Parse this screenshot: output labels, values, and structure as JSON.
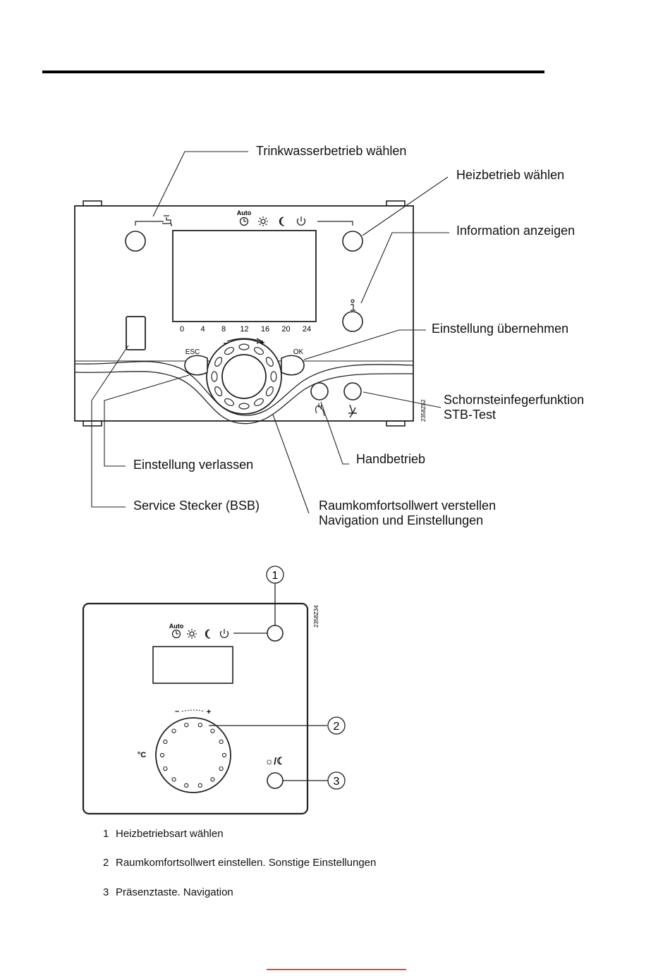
{
  "header_rule_color": "#000000",
  "footer_rule_color": "#e8463c",
  "controller": {
    "mode_auto_label": "Auto",
    "scale_ticks": [
      "0",
      "4",
      "8",
      "12",
      "16",
      "20",
      "24"
    ],
    "esc_label": "ESC",
    "ok_label": "OK",
    "dial_minus": "–",
    "dial_plus": "+",
    "info_icon": "info-icon",
    "figure_code": "2358Z52",
    "callouts": {
      "dhw_mode": "Trinkwasserbetrieb wählen",
      "heating_mode": "Heizbetrieb wählen",
      "info": "Information anzeigen",
      "confirm": "Einstellung übernehmen",
      "chimney_line1": "Schornsteinfegerfunktion",
      "chimney_line2": "STB-Test",
      "manual": "Handbetrieb",
      "exit": "Einstellung verlassen",
      "service_plug": "Service Stecker (BSB)",
      "knob_line1": "Raumkomfortsollwert verstellen",
      "knob_line2": "Navigation und Einstellungen"
    }
  },
  "room_unit": {
    "mode_auto_label": "Auto",
    "dial_minus": "–",
    "dial_plus": "+",
    "unit_label": "°C",
    "presence_symbol": "☼/☾",
    "figure_code": "2358Z34",
    "markers": [
      "1",
      "2",
      "3"
    ],
    "legend": [
      {
        "num": "1",
        "text": "Heizbetriebsart wählen"
      },
      {
        "num": "2",
        "text": "Raumkomfortsollwert einstellen. Sonstige Einstellungen"
      },
      {
        "num": "3",
        "text": "Präsenztaste. Navigation"
      }
    ]
  }
}
